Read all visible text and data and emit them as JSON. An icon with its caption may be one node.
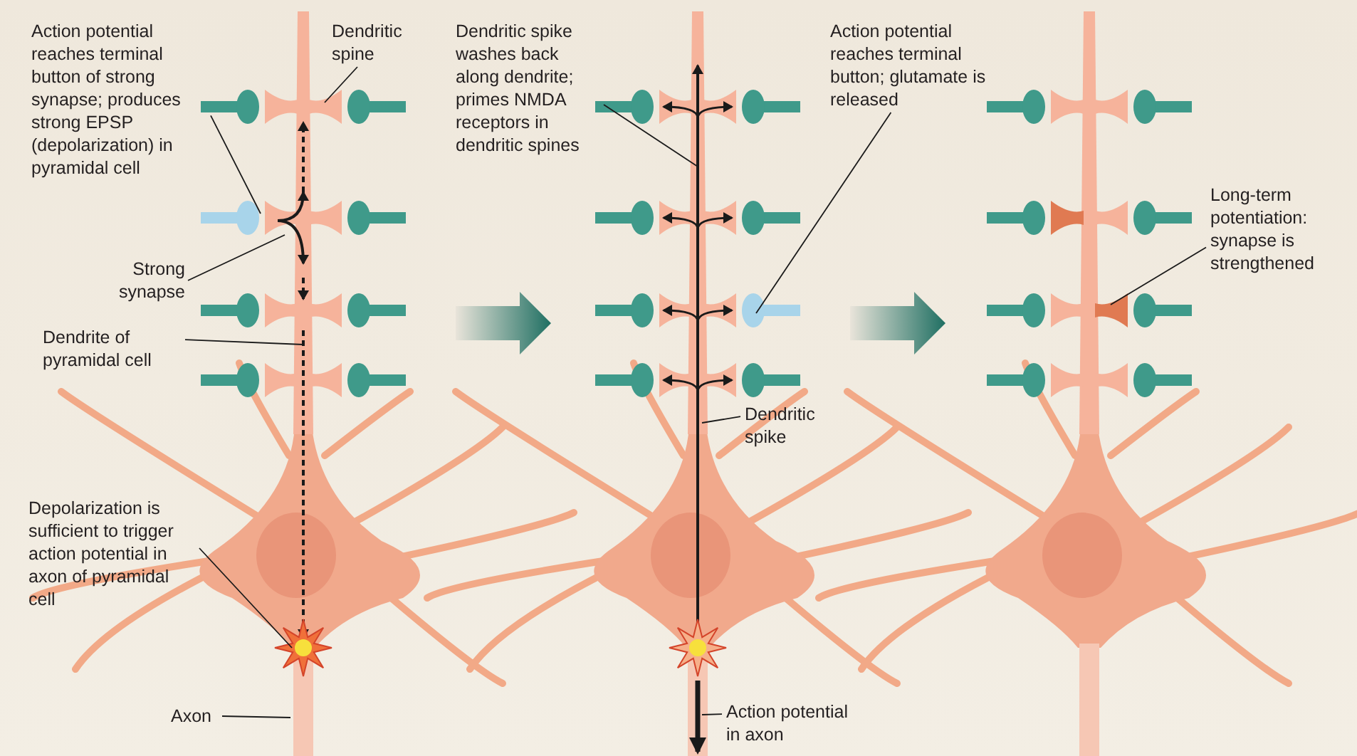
{
  "diagram": {
    "nodes": [
      {
        "text": [
          "Action potential reaches terminal button of strong synapse; produces strong EPSP (depolarization) in pyramidal cell"
        ]
      },
      {
        "text": [
          "Dendritic spine"
        ]
      },
      {
        "text": [
          "Strong synapse"
        ]
      },
      {
        "text": [
          "Dendrite of pyramidal cell"
        ]
      },
      {
        "text": [
          "Depolarization is sufficient to trigger action potential in axon of pyramidal cell"
        ]
      },
      {
        "text": [
          "Axon"
        ]
      },
      {
        "text": [
          "Dendritic spike washes back along dendrite; primes NMDA receptors in dendritic spines"
        ]
      },
      {
        "text": [
          "Action potential reaches terminal button; glutamate is released"
        ]
      },
      {
        "text": [
          "Dendritic spike"
        ]
      },
      {
        "text": [
          "Action potential in axon"
        ]
      },
      {
        "text": [
          "Long-term potentiation: synapse is strengthened"
        ]
      }
    ],
    "edges": [
      {
        "from": 0,
        "to": null,
        "arrow": "none"
      },
      {
        "from": 1,
        "to": null,
        "arrow": "none"
      },
      {
        "from": 2,
        "to": null,
        "arrow": "none"
      },
      {
        "from": 3,
        "to": null,
        "arrow": "none"
      },
      {
        "from": 4,
        "to": null,
        "arrow": "none"
      },
      {
        "from": 5,
        "to": null,
        "arrow": "none"
      },
      {
        "from": 6,
        "to": null,
        "arrow": "none"
      },
      {
        "from": 7,
        "to": null,
        "arrow": "none"
      },
      {
        "from": 8,
        "to": null,
        "arrow": "none"
      },
      {
        "from": 9,
        "to": null,
        "arrow": "none"
      },
      {
        "from": 10,
        "to": null,
        "arrow": "none"
      }
    ]
  }
}
